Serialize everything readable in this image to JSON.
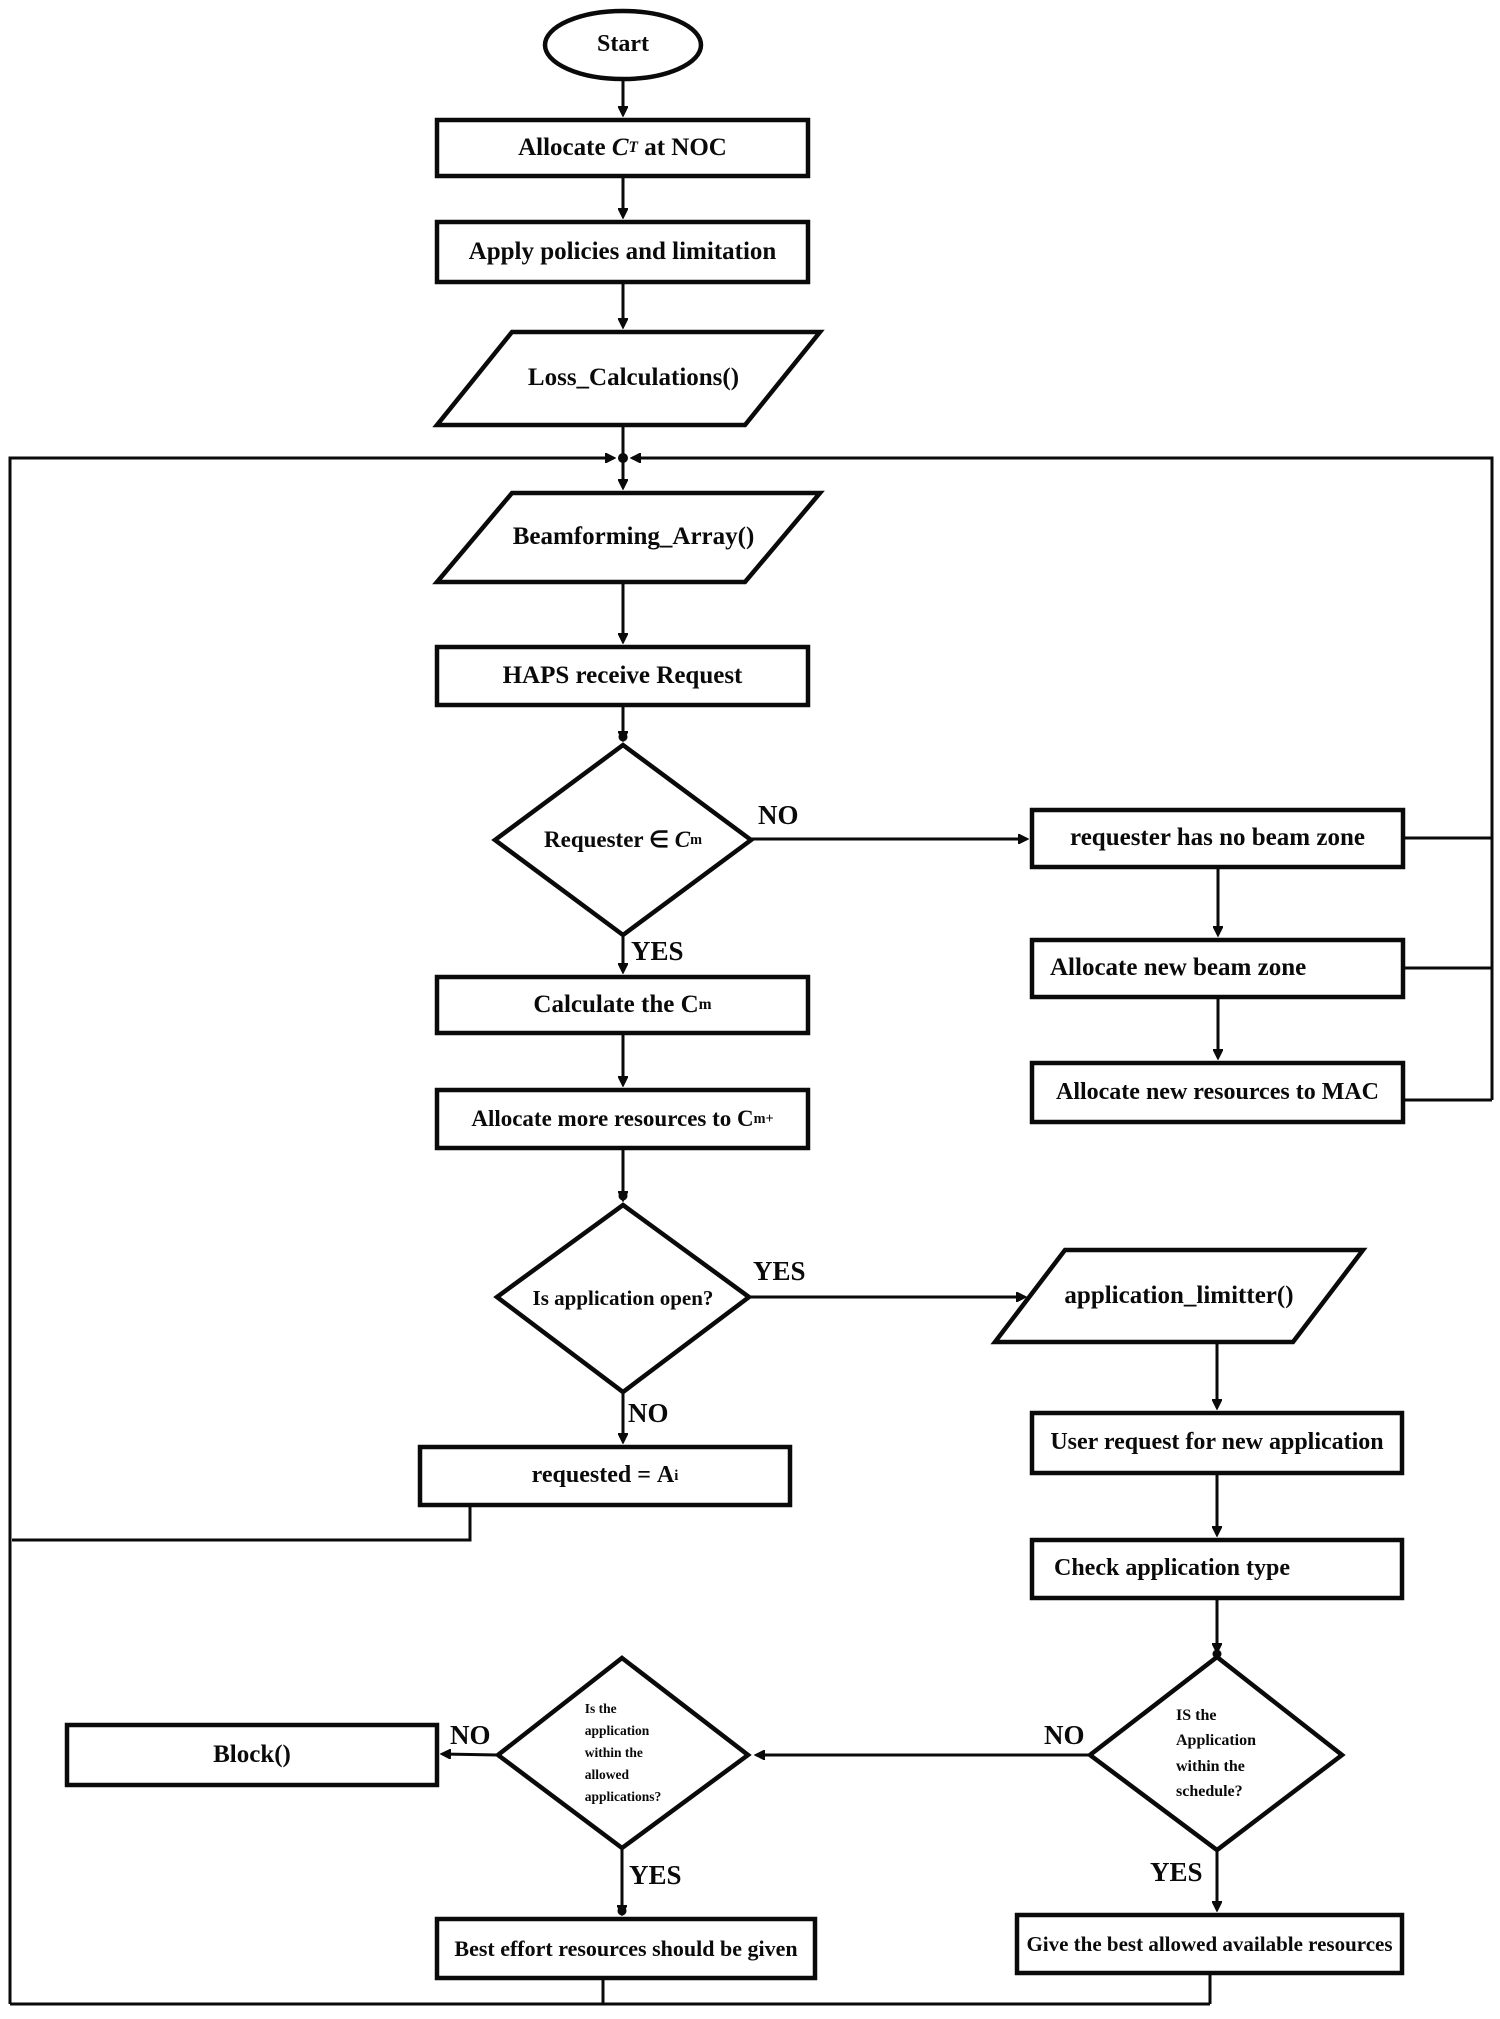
{
  "nodes": {
    "start": {
      "text": "Start"
    },
    "allocate_ct": {
      "pre": "Allocate ",
      "var": "C",
      "sub": "T",
      "post": " at NOC"
    },
    "apply_policies": {
      "text": "Apply policies and limitation"
    },
    "loss_calc": {
      "text": "Loss_Calculations()"
    },
    "beamforming": {
      "text": "Beamforming_Array()"
    },
    "haps": {
      "text": "HAPS receive Request"
    },
    "requester_cm": {
      "pre": "Requester ∈ ",
      "var": "C",
      "sub": "m",
      "post": ""
    },
    "no_beam_zone": {
      "text": "requester has no beam zone"
    },
    "alloc_beam_zone": {
      "text": "Allocate new beam zone"
    },
    "alloc_mac": {
      "text": "Allocate new resources to MAC"
    },
    "calc_cm": {
      "pre": "Calculate the ",
      "var": "C",
      "sub": "m",
      "post": ""
    },
    "alloc_more": {
      "pre": "Allocate more resources to ",
      "var": "C",
      "sub": "m+",
      "post": ""
    },
    "is_app_open": {
      "text": "Is application open?"
    },
    "app_limitter": {
      "text": "application_limitter()"
    },
    "requested_ai": {
      "pre": "requested = ",
      "var": "A",
      "sub": "i",
      "post": ""
    },
    "user_request": {
      "text": "User request for new application"
    },
    "check_app_type": {
      "text": "Check application type"
    },
    "allowed_diamond": {
      "lines": [
        "Is the",
        "application",
        "within the",
        "allowed",
        "applications?"
      ]
    },
    "schedule_diamond": {
      "lines": [
        "IS the",
        "Application",
        "within the",
        "schedule?"
      ]
    },
    "block": {
      "text": "Block()"
    },
    "best_effort": {
      "text": "Best effort resources should be given"
    },
    "give_best": {
      "text": "Give the best allowed available resources"
    }
  },
  "edge_labels": {
    "requester_no": "NO",
    "requester_yes": "YES",
    "open_yes": "YES",
    "open_no": "NO",
    "schedule_no": "NO",
    "allowed_no": "NO",
    "allowed_yes": "YES",
    "schedule_yes": "YES"
  },
  "colors": {
    "ink": "#0a0a0a",
    "paper": "#ffffff"
  }
}
